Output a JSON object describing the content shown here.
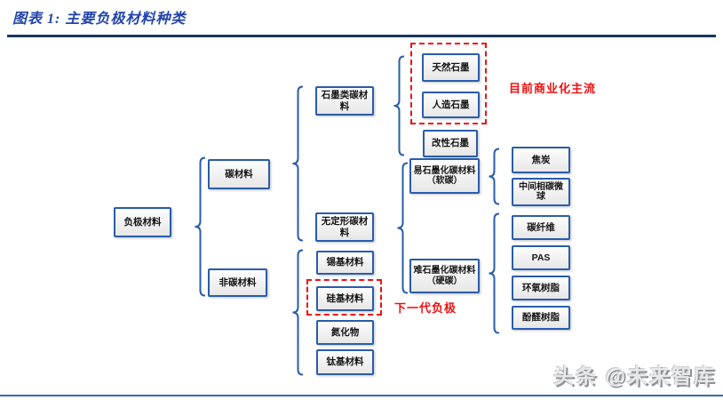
{
  "figure": {
    "title": "图表 1: 主要负极材料种类"
  },
  "tree": {
    "root": "负极材料",
    "carbon": {
      "label": "碳材料",
      "graphite": {
        "label": "石墨类碳材料",
        "natural": "天然石墨",
        "artificial": "人造石墨",
        "modified": "改性石墨"
      },
      "amorphous": {
        "label": "无定形碳材料",
        "soft": {
          "label": "易石墨化碳材料（软碳）",
          "coke": "焦炭",
          "mcmb": "中间相碳微球"
        },
        "hard": {
          "label": "难石墨化碳材料（硬碳）",
          "carbon_fiber": "碳纤维",
          "pas": "PAS",
          "epoxy": "环氧树脂",
          "phenolic": "酚醛树脂"
        }
      }
    },
    "noncarbon": {
      "label": "非碳材料",
      "tin": "锡基材料",
      "silicon": "硅基材料",
      "nitride": "氮化物",
      "titanium": "钛基材料"
    }
  },
  "annotations": {
    "mainstream": "目前商业化主流",
    "next_gen": "下一代负极"
  },
  "watermark": "头条 @未来智库",
  "colors": {
    "box_border": "#2a5caa",
    "accent_red": "#ee1111",
    "title_blue": "#2244aa",
    "rule_navy": "#17375e"
  }
}
